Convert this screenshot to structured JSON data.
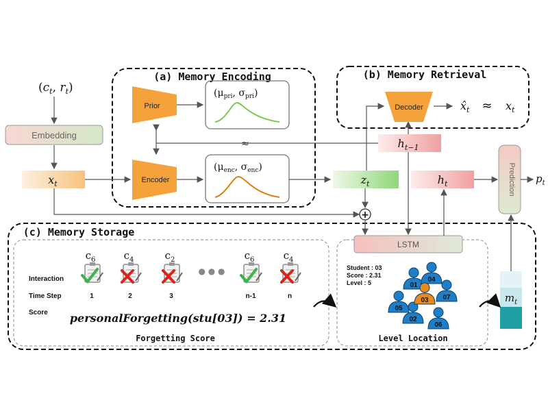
{
  "sections": {
    "encoding_title": "(a) Memory Encoding",
    "retrieval_title": "(b) Memory Retrieval",
    "storage_title": "(c) Memory Storage"
  },
  "inputs": {
    "input_pair": "(c_t, r_t)",
    "input_pair_c": "c",
    "input_pair_r": "r",
    "input_pair_sub": "t",
    "embedding_label": "Embedding",
    "x_var": "x",
    "t_sub": "t"
  },
  "encoding": {
    "prior_label": "Prior",
    "encoder_label": "Encoder",
    "prior_dist": "(μ",
    "prior_mu_sub": "pri",
    "prior_sigma": ", σ",
    "prior_sigma_sub": "pri",
    "enc_dist": "(μ",
    "enc_mu_sub": "enc",
    "enc_sigma": ", σ",
    "enc_sigma_sub": "enc",
    "close_paren": ")",
    "approx_symbol": "≈",
    "z_var": "z"
  },
  "retrieval": {
    "decoder_label": "Decoder",
    "xhat": "x̂",
    "approx": "≈",
    "x": "x",
    "t_sub": "t"
  },
  "states": {
    "h_prev": "h",
    "h_prev_sub": "t−1",
    "h_t": "h",
    "h_t_sub": "t",
    "prediction_label": "Prediction",
    "p_var": "p",
    "p_sub": "t",
    "plus": "+",
    "lstm_label": "LSTM",
    "m_var": "m",
    "m_sub": "t"
  },
  "storage": {
    "row_interaction": "Interaction",
    "row_time_step": "Time Step",
    "row_score": "Score",
    "concepts": [
      {
        "c": "c",
        "sub": "6",
        "correct": true,
        "step": "1"
      },
      {
        "c": "c",
        "sub": "4",
        "correct": false,
        "step": "2"
      },
      {
        "c": "c",
        "sub": "2",
        "correct": false,
        "step": "3"
      },
      {
        "c": "c",
        "sub": "6",
        "correct": true,
        "step": "n-1"
      },
      {
        "c": "c",
        "sub": "4",
        "correct": false,
        "step": "n"
      }
    ],
    "ellipsis": "● ● ●",
    "formula": "personalForgetting(stu[03]) = 2.31",
    "forgetting_caption": "Forgetting Score",
    "level_caption": "Level Location",
    "student_line": "Student :  03",
    "score_line": "Score :  2.31",
    "level_line": "Level :  5",
    "nodes": [
      "01",
      "04",
      "03",
      "05",
      "07",
      "02",
      "06"
    ]
  },
  "colors": {
    "orange": "#f5a23a",
    "green_curve": "#7ec850",
    "orange_curve": "#e07b10",
    "blue_node": "#1e7fc8",
    "orange_node": "#e88a1a",
    "red_x": "#d9241c",
    "check_green": "#3bb54a"
  }
}
